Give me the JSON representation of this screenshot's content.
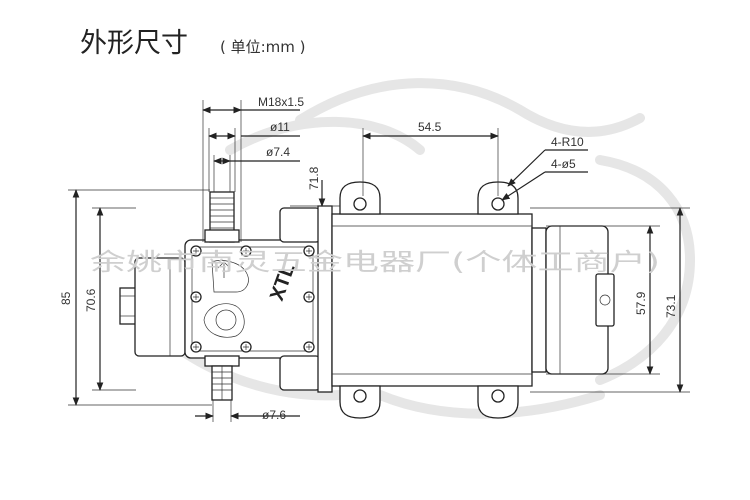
{
  "title": {
    "main": "外形尺寸",
    "unit": "( 单位:mm )"
  },
  "watermark": {
    "company": "余姚市南灵五金电器厂(个体工商户)"
  },
  "brand_mark": "XTL",
  "dimensions": {
    "thread": "M18x1.5",
    "d11": "ø11",
    "d74": "ø7.4",
    "d76": "ø7.6",
    "len545": "54.5",
    "r10": "4-R10",
    "hole5": "4-ø5",
    "h718": "71.8",
    "h85": "85",
    "h706": "70.6",
    "h579": "57.9",
    "h731": "73.1"
  }
}
